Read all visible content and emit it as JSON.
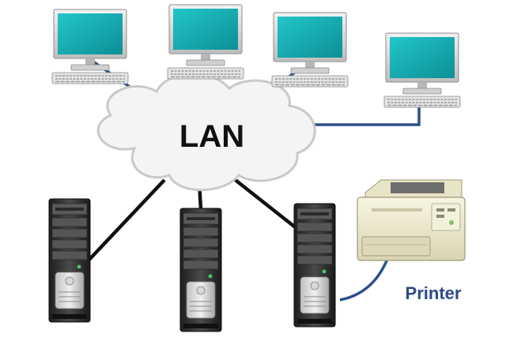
{
  "diagram": {
    "hub_label": "LAN",
    "printer_label": "Printer"
  },
  "nodes": {
    "workstations": [
      {
        "name": "workstation-1",
        "icon": "desktop-computer-icon"
      },
      {
        "name": "workstation-2",
        "icon": "desktop-computer-icon"
      },
      {
        "name": "workstation-3",
        "icon": "desktop-computer-icon"
      },
      {
        "name": "workstation-4",
        "icon": "desktop-computer-icon"
      }
    ],
    "servers": [
      {
        "name": "server-1",
        "icon": "server-tower-icon"
      },
      {
        "name": "server-2",
        "icon": "server-tower-icon"
      },
      {
        "name": "server-3",
        "icon": "server-tower-icon"
      }
    ],
    "printer": {
      "name": "printer",
      "icon": "laser-printer-icon"
    }
  },
  "colors": {
    "monitor_screen": "#14b3b8",
    "cable_blue": "#2c4f8a",
    "cable_black": "#111111",
    "cloud_fill": "#f4f4f4",
    "printer_body": "#efeccd",
    "printer_label": "#2e4a86"
  }
}
